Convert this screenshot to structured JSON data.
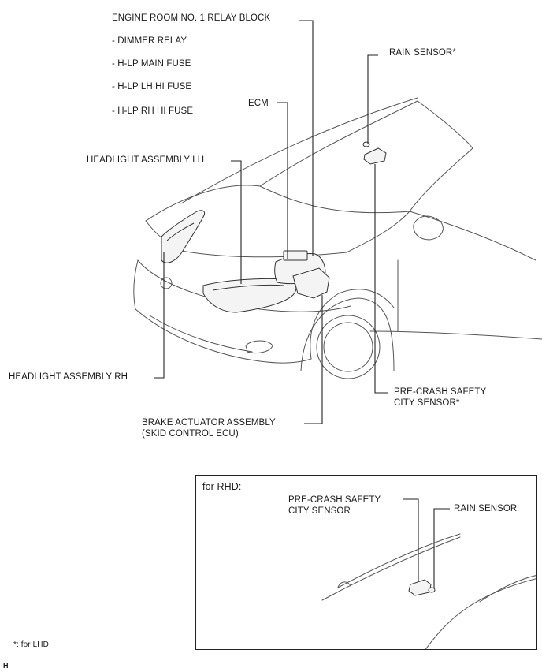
{
  "callouts": {
    "relay_block": {
      "title": "ENGINE ROOM NO. 1 RELAY BLOCK",
      "items": [
        "- DIMMER RELAY",
        "- H-LP MAIN FUSE",
        "- H-LP LH HI FUSE",
        "- H-LP RH HI FUSE"
      ]
    },
    "ecm": "ECM",
    "headlight_lh": "HEADLIGHT ASSEMBLY LH",
    "headlight_rh": "HEADLIGHT ASSEMBLY RH",
    "rain_sensor": "RAIN SENSOR*",
    "pre_crash": [
      "PRE-CRASH SAFETY",
      "CITY SENSOR*"
    ],
    "brake_actuator": [
      "BRAKE ACTUATOR ASSEMBLY",
      "(SKID CONTROL ECU)"
    ]
  },
  "inset": {
    "title": "for RHD:",
    "pre_crash": [
      "PRE-CRASH SAFETY",
      "CITY SENSOR"
    ],
    "rain_sensor": "RAIN SENSOR"
  },
  "footnote": "*: for LHD",
  "corner_code": "H",
  "colors": {
    "ink": "#1a1a1a",
    "line": "#444444"
  }
}
